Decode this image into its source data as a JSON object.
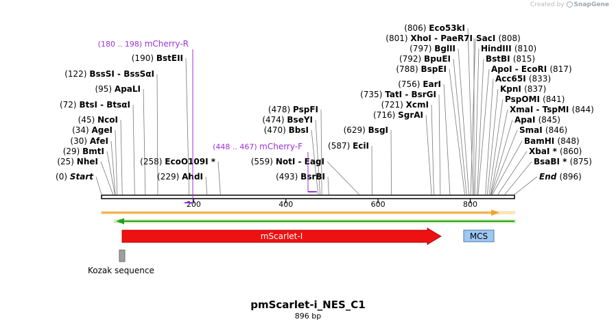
{
  "credit": {
    "prefix": "Created by",
    "brand": "SnapGene"
  },
  "plasmid": {
    "name": "pmScarlet-i_NES_C1",
    "length": 896,
    "length_label": "896 bp"
  },
  "ruler": {
    "ticks": [
      200,
      400,
      600,
      800
    ]
  },
  "colors": {
    "site": "#000000",
    "primer": "#9b30d9",
    "forward_strand": "#f0a030",
    "reverse_strand": "#20a020",
    "mscarlet": "#ee1111",
    "mcs": "#9ec7f2",
    "kozak": "#a0a0a0"
  },
  "sites_left": [
    {
      "pos": 0,
      "label": "(0)",
      "name": "Start",
      "italic": true
    },
    {
      "pos": 25,
      "label": "(25)",
      "name": "NheI"
    },
    {
      "pos": 29,
      "label": "(29)",
      "name": "BmtI"
    },
    {
      "pos": 30,
      "label": "(30)",
      "name": "AfeI"
    },
    {
      "pos": 34,
      "label": "(34)",
      "name": "AgeI"
    },
    {
      "pos": 45,
      "label": "(45)",
      "name": "NcoI"
    },
    {
      "pos": 72,
      "label": "(72)",
      "name": "BtsI - BtsαI"
    },
    {
      "pos": 95,
      "label": "(95)",
      "name": "ApaLI"
    },
    {
      "pos": 122,
      "label": "(122)",
      "name": "BssSI - BssSαI"
    },
    {
      "pos": 190,
      "label": "(190)",
      "name": "BstEII"
    },
    {
      "pos": 258,
      "label": "(258)",
      "name": "EcoO109I *"
    },
    {
      "pos": 229,
      "label": "(229)",
      "name": "AhdI"
    }
  ],
  "sites_mid": [
    {
      "pos": 478,
      "label": "(478)",
      "name": "PspFI"
    },
    {
      "pos": 474,
      "label": "(474)",
      "name": "BseYI"
    },
    {
      "pos": 470,
      "label": "(470)",
      "name": "BbsI"
    },
    {
      "pos": 559,
      "label": "(559)",
      "name": "NotI - EagI"
    },
    {
      "pos": 493,
      "label": "(493)",
      "name": "BsrBI"
    },
    {
      "pos": 629,
      "label": "(629)",
      "name": "BsgI"
    },
    {
      "pos": 587,
      "label": "(587)",
      "name": "EciI"
    }
  ],
  "sites_right_cluster": [
    {
      "pos": 806,
      "label": "(806)",
      "name": "Eco53kI"
    },
    {
      "pos": 801,
      "label": "(801)",
      "name": "XhoI - PaeR7I"
    },
    {
      "pos": 797,
      "label": "(797)",
      "name": "BglII"
    },
    {
      "pos": 792,
      "label": "(792)",
      "name": "BpuEI"
    },
    {
      "pos": 788,
      "label": "(788)",
      "name": "BspEI"
    },
    {
      "pos": 756,
      "label": "(756)",
      "name": "EarI"
    },
    {
      "pos": 735,
      "label": "(735)",
      "name": "TatI - BsrGI"
    },
    {
      "pos": 721,
      "label": "(721)",
      "name": "XcmI"
    },
    {
      "pos": 716,
      "label": "(716)",
      "name": "SgrAI"
    }
  ],
  "sites_right": [
    {
      "pos": 808,
      "label": "(808)",
      "name": "SacI"
    },
    {
      "pos": 810,
      "label": "(810)",
      "name": "HindIII"
    },
    {
      "pos": 815,
      "label": "(815)",
      "name": "BstBI"
    },
    {
      "pos": 817,
      "label": "(817)",
      "name": "ApoI - EcoRI"
    },
    {
      "pos": 833,
      "label": "(833)",
      "name": "Acc65I"
    },
    {
      "pos": 837,
      "label": "(837)",
      "name": "KpnI"
    },
    {
      "pos": 841,
      "label": "(841)",
      "name": "PspOMI"
    },
    {
      "pos": 844,
      "label": "(844)",
      "name": "XmaI - TspMI"
    },
    {
      "pos": 845,
      "label": "(845)",
      "name": "ApaI"
    },
    {
      "pos": 846,
      "label": "(846)",
      "name": "SmaI"
    },
    {
      "pos": 848,
      "label": "(848)",
      "name": "BamHI"
    },
    {
      "pos": 860,
      "label": "(860)",
      "name": "XbaI *"
    },
    {
      "pos": 875,
      "label": "(875)",
      "name": "BsaBI *"
    },
    {
      "pos": 896,
      "label": "(896)",
      "name": "End",
      "italic": true
    }
  ],
  "primers": [
    {
      "range": "(180 .. 198)",
      "name": "mCherry-R",
      "start": 180,
      "end": 198
    },
    {
      "range": "(448 .. 467)",
      "name": "mCherry-F",
      "start": 448,
      "end": 467
    }
  ],
  "features": [
    {
      "name": "mScarlet-I",
      "start": 22,
      "end": 739,
      "type": "arrow"
    },
    {
      "name": "MCS",
      "start": 788,
      "end": 854,
      "type": "box"
    },
    {
      "name": "Kozak sequence",
      "start": 19,
      "end": 24,
      "type": "small"
    }
  ]
}
